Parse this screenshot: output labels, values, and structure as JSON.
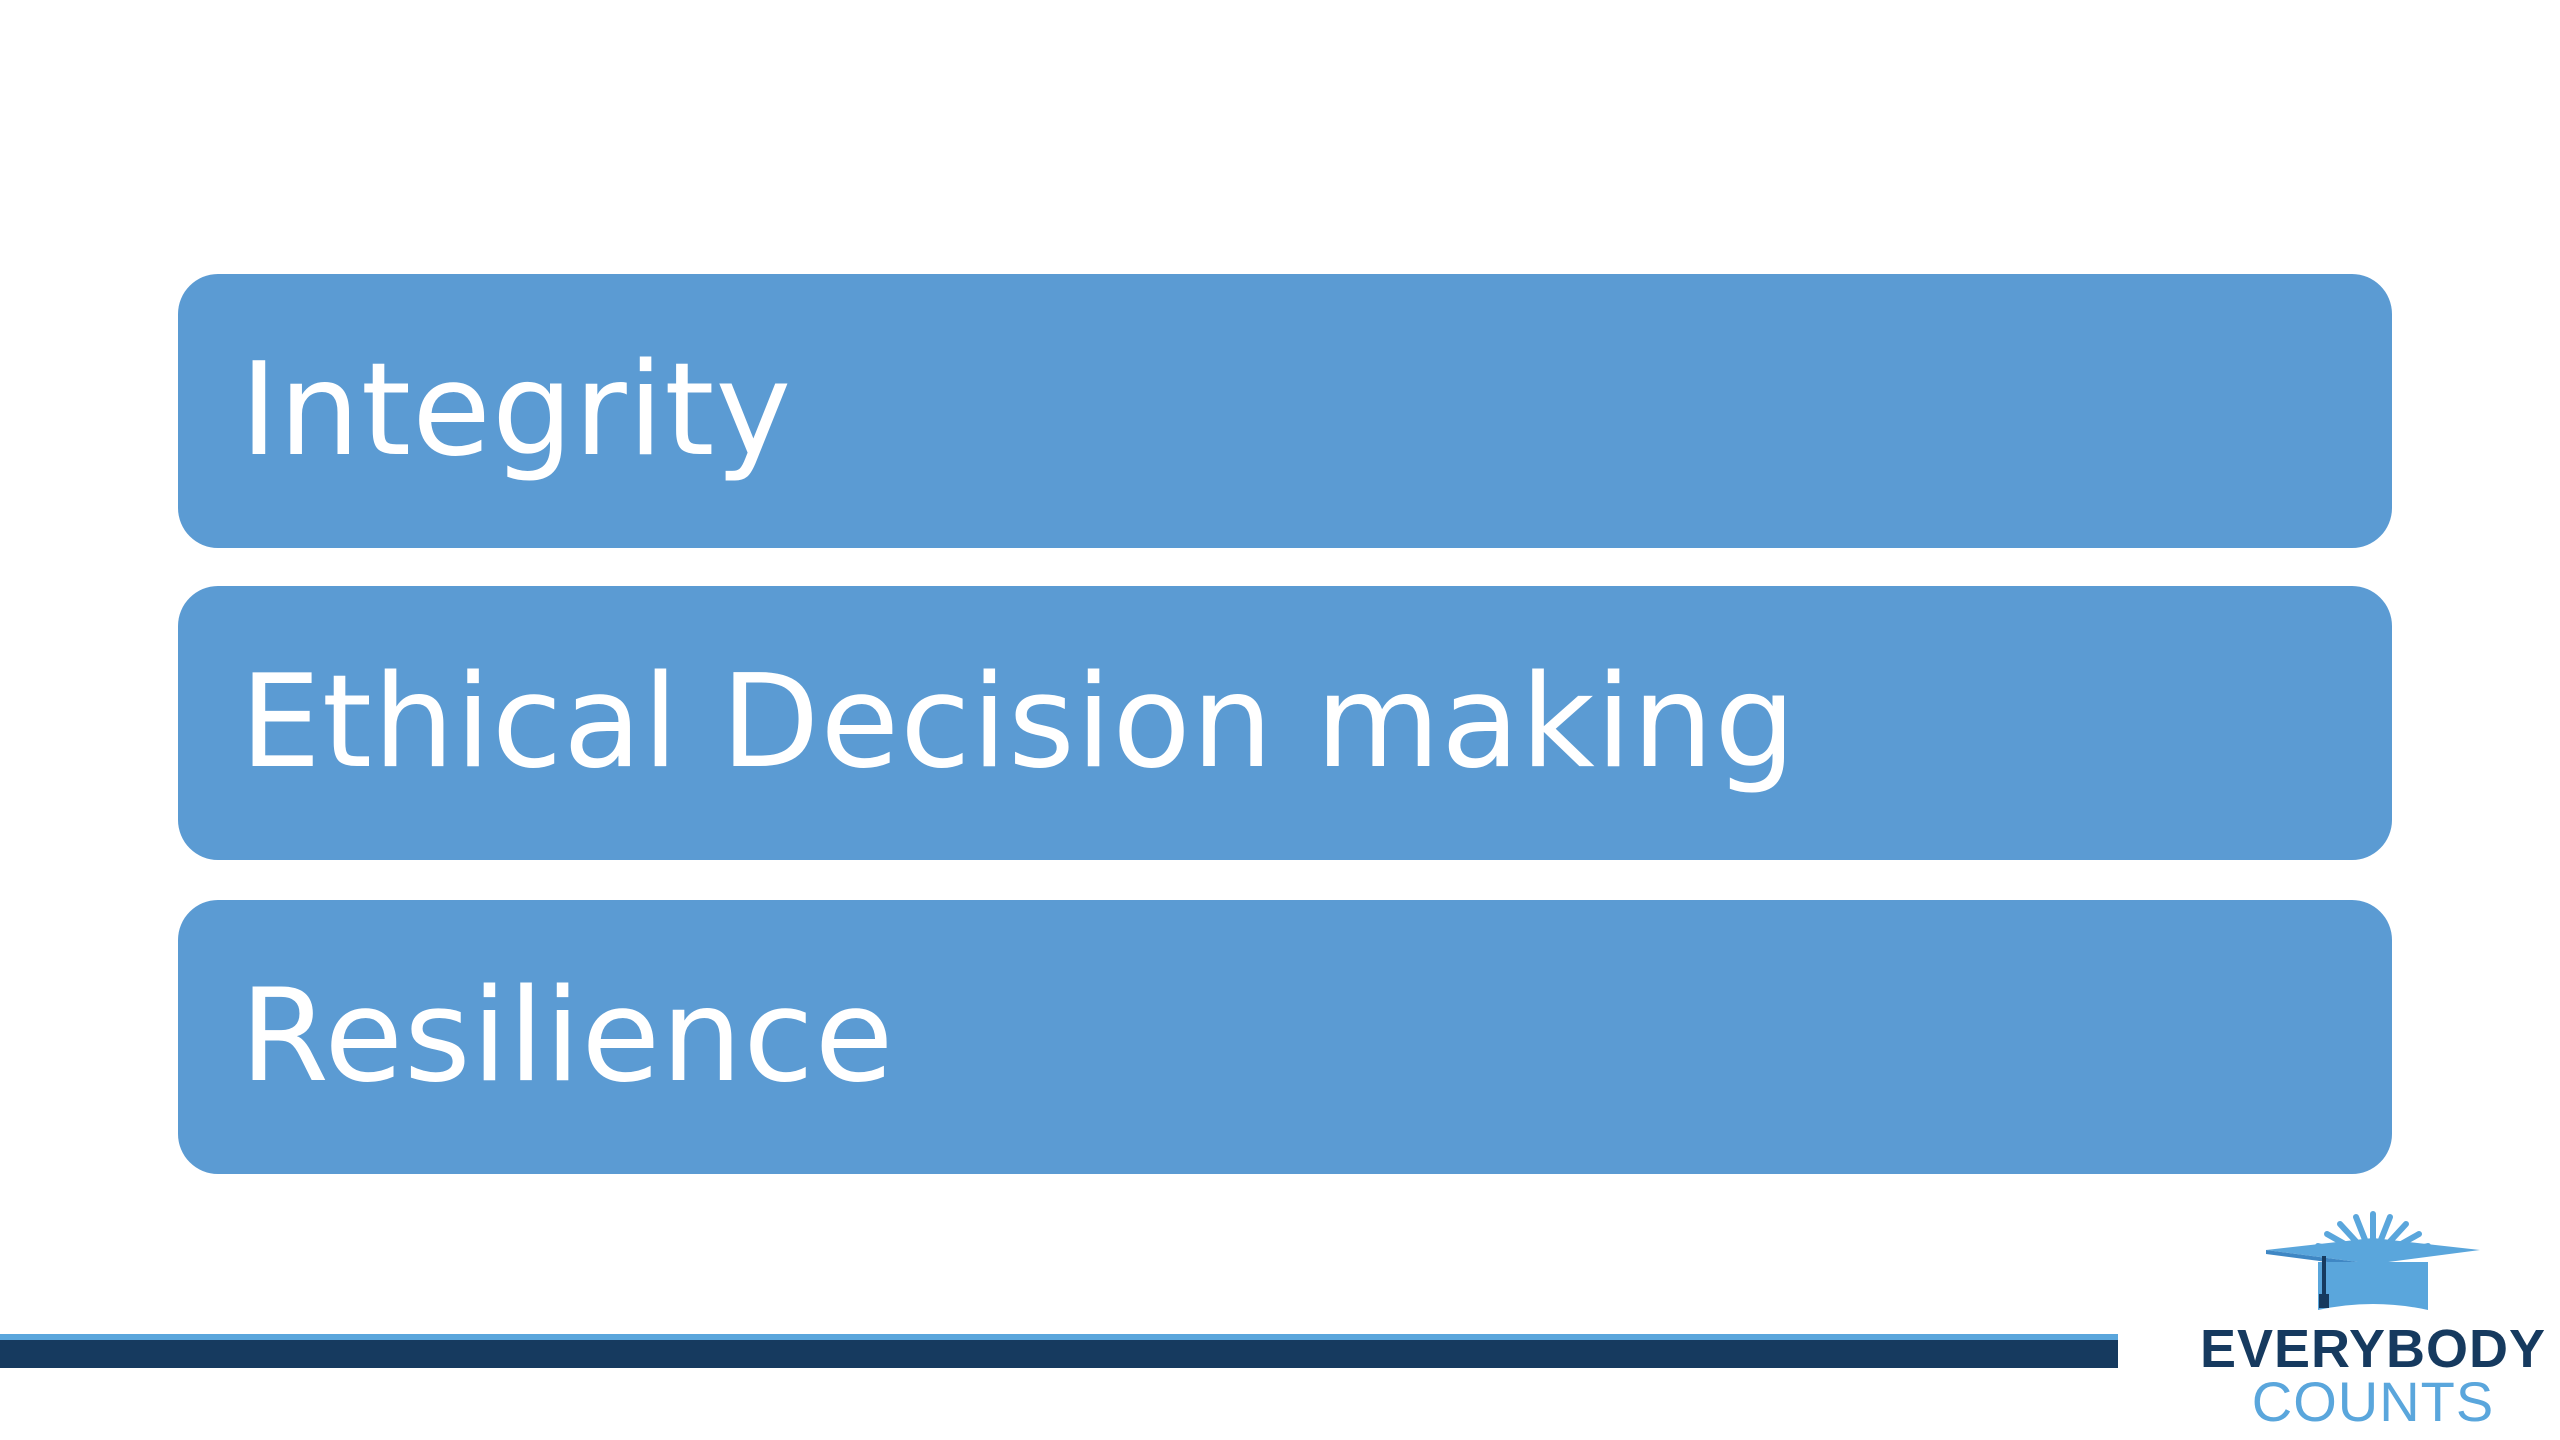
{
  "slide": {
    "items": [
      {
        "label": "Integrity"
      },
      {
        "label": "Ethical Decision making"
      },
      {
        "label": "Resilience"
      }
    ]
  },
  "logo": {
    "line1": "EVERYBODY",
    "line2": "COUNTS"
  },
  "colors": {
    "box_fill": "#5b9bd3",
    "box_text": "#ffffff",
    "rule_dark": "#163a5f",
    "rule_light": "#5aa6dc",
    "logo_dark": "#163a5f",
    "logo_light": "#5aa6dc"
  },
  "icons": {
    "logo_mark": "graduation-cap-sunburst-icon"
  }
}
